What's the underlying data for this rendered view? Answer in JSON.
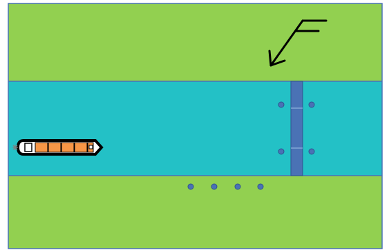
{
  "colors": {
    "bank": "#92d050",
    "water": "#23c1c6",
    "frame": "#4a72b5",
    "bridge_deck": "#4a72b5",
    "bollard": "#4a72b5",
    "ship_outline": "#000000",
    "ship_hull": "#ffffff",
    "cargo_container": "#f79646",
    "wind_arrow": "#000000"
  },
  "icons": {
    "wind_indicator": "wind-arrow-icon",
    "vessel": "ship-icon",
    "propeller": "propeller-icon"
  },
  "scene": {
    "type": "top-down canal schematic",
    "vessel": {
      "container_count": 5,
      "heading": "east"
    },
    "bridge_bollard_count": 4,
    "bank_bollard_count": 4,
    "wind_direction": "from north-east"
  }
}
